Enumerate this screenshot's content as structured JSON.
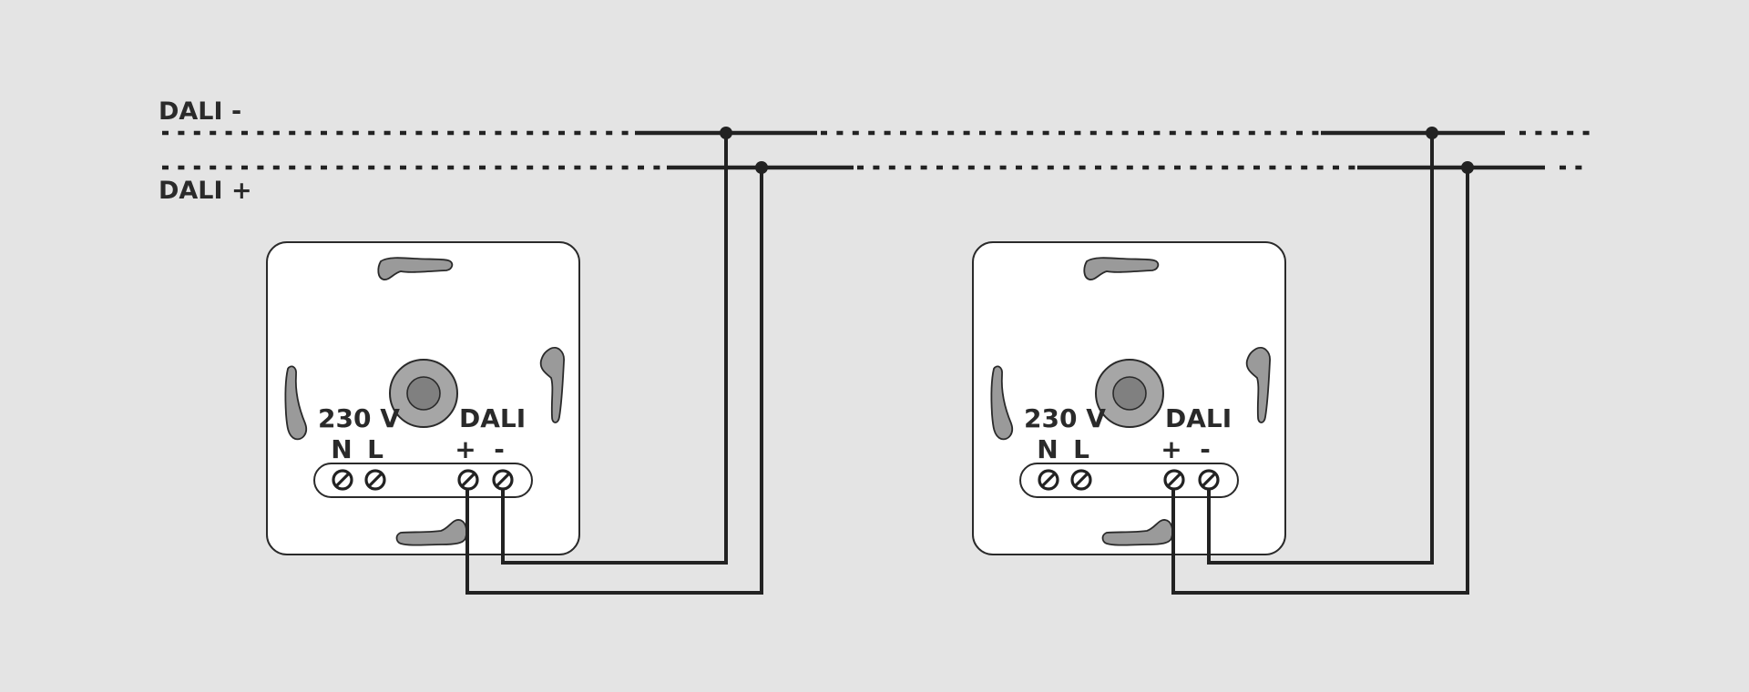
{
  "bus": {
    "minus_label": "DALI -",
    "plus_label": "DALI +"
  },
  "devices": [
    {
      "supply_label": "230 V",
      "supply_n": "N",
      "supply_l": "L",
      "bus_label": "DALI",
      "bus_plus": "+",
      "bus_minus": "-"
    },
    {
      "supply_label": "230 V",
      "supply_n": "N",
      "supply_l": "L",
      "bus_label": "DALI",
      "bus_plus": "+",
      "bus_minus": "-"
    }
  ]
}
